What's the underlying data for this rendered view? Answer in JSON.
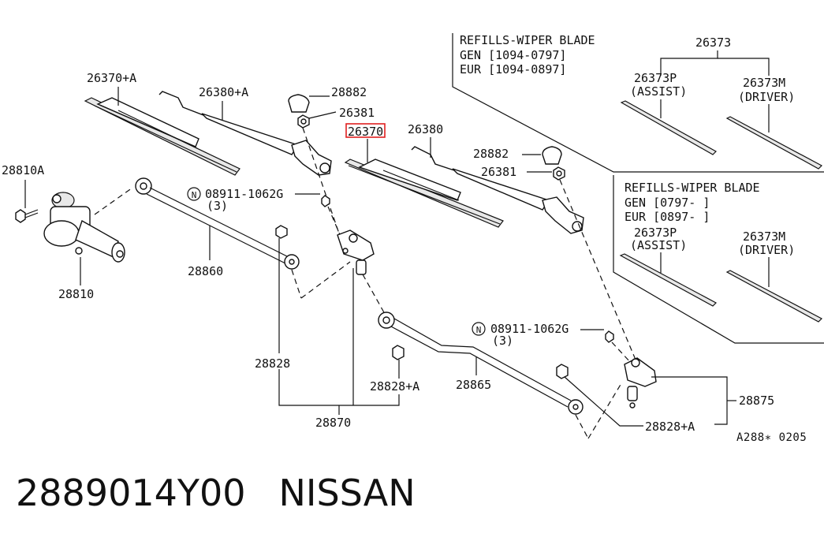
{
  "labels": {
    "p26370A": "26370+A",
    "p26380A": "26380+A",
    "p28882a": "28882",
    "p26381a": "26381",
    "p26370": "26370",
    "p26380": "26380",
    "p28882b": "28882",
    "p26381b": "26381",
    "p28810A": "28810A",
    "p28810": "28810",
    "p28860": "28860",
    "nut_a": "08911-1062G",
    "nut_a_qty": "(3)",
    "nut_b": "08911-1062G",
    "nut_b_qty": "(3)",
    "n_symbol": "N",
    "p28828": "28828",
    "p28828A_a": "28828+A",
    "p28828A_b": "28828+A",
    "p28865": "28865",
    "p28870": "28870",
    "p28875": "28875",
    "p26373": "26373",
    "p26373P_a": "26373P",
    "p26373P_a_sub": "(ASSIST)",
    "p26373M_a": "26373M",
    "p26373M_a_sub": "(DRIVER)",
    "p26373P_b": "26373P",
    "p26373P_b_sub": "(ASSIST)",
    "p26373M_b": "26373M",
    "p26373M_b_sub": "(DRIVER)",
    "ref_code": "A288∗ 0205"
  },
  "refill_box_1": {
    "title": "REFILLS-WIPER BLADE",
    "gen": "GEN [1094-0797]",
    "eur": "EUR [1094-0897]"
  },
  "refill_box_2": {
    "title": "REFILLS-WIPER BLADE",
    "gen": "GEN [0797-      ]",
    "eur": "EUR [0897-      ]"
  },
  "footer": {
    "part_number": "2889014Y00",
    "brand": "NISSAN"
  },
  "highlight_color": "#e02020"
}
